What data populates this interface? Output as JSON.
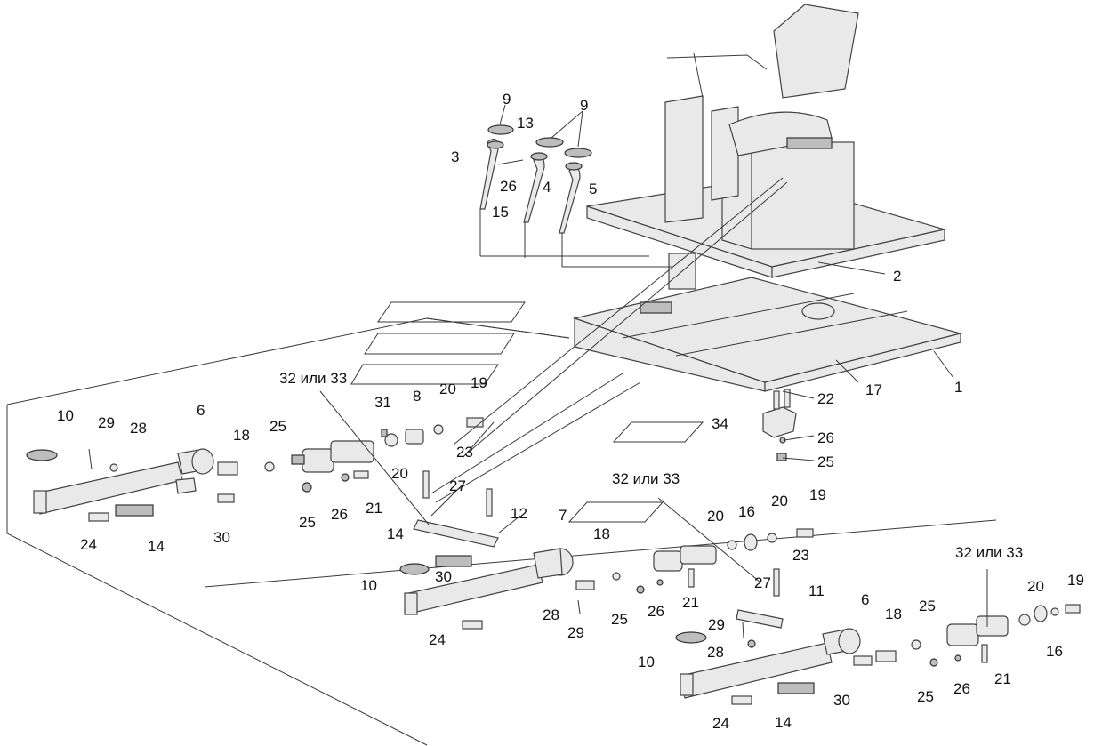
{
  "diagram": {
    "callouts": [
      {
        "id": "c1",
        "text": "1"
      },
      {
        "id": "c2",
        "text": "2"
      },
      {
        "id": "c3",
        "text": "3"
      },
      {
        "id": "c4",
        "text": "4"
      },
      {
        "id": "c5",
        "text": "5"
      },
      {
        "id": "c6a",
        "text": "6"
      },
      {
        "id": "c6b",
        "text": "6"
      },
      {
        "id": "c7",
        "text": "7"
      },
      {
        "id": "c8",
        "text": "8"
      },
      {
        "id": "c9a",
        "text": "9"
      },
      {
        "id": "c9b",
        "text": "9"
      },
      {
        "id": "c10a",
        "text": "10"
      },
      {
        "id": "c10b",
        "text": "10"
      },
      {
        "id": "c10c",
        "text": "10"
      },
      {
        "id": "c11",
        "text": "11"
      },
      {
        "id": "c12",
        "text": "12"
      },
      {
        "id": "c13",
        "text": "13"
      },
      {
        "id": "c14a",
        "text": "14"
      },
      {
        "id": "c14b",
        "text": "14"
      },
      {
        "id": "c14c",
        "text": "14"
      },
      {
        "id": "c15",
        "text": "15"
      },
      {
        "id": "c16a",
        "text": "16"
      },
      {
        "id": "c16b",
        "text": "16"
      },
      {
        "id": "c17",
        "text": "17"
      },
      {
        "id": "c18a",
        "text": "18"
      },
      {
        "id": "c18b",
        "text": "18"
      },
      {
        "id": "c18c",
        "text": "18"
      },
      {
        "id": "c19a",
        "text": "19"
      },
      {
        "id": "c19b",
        "text": "19"
      },
      {
        "id": "c19c",
        "text": "19"
      },
      {
        "id": "c20a",
        "text": "20"
      },
      {
        "id": "c20b",
        "text": "20"
      },
      {
        "id": "c20c",
        "text": "20"
      },
      {
        "id": "c20d",
        "text": "20"
      },
      {
        "id": "c20e",
        "text": "20"
      },
      {
        "id": "c21a",
        "text": "21"
      },
      {
        "id": "c21b",
        "text": "21"
      },
      {
        "id": "c21c",
        "text": "21"
      },
      {
        "id": "c22",
        "text": "22"
      },
      {
        "id": "c23a",
        "text": "23"
      },
      {
        "id": "c23b",
        "text": "23"
      },
      {
        "id": "c24a",
        "text": "24"
      },
      {
        "id": "c24b",
        "text": "24"
      },
      {
        "id": "c24c",
        "text": "24"
      },
      {
        "id": "c25a",
        "text": "25"
      },
      {
        "id": "c25b",
        "text": "25"
      },
      {
        "id": "c25c",
        "text": "25"
      },
      {
        "id": "c25d",
        "text": "25"
      },
      {
        "id": "c25e",
        "text": "25"
      },
      {
        "id": "c25f",
        "text": "25"
      },
      {
        "id": "c26a",
        "text": "26"
      },
      {
        "id": "c26b",
        "text": "26"
      },
      {
        "id": "c26c",
        "text": "26"
      },
      {
        "id": "c26d",
        "text": "26"
      },
      {
        "id": "c26e",
        "text": "26"
      },
      {
        "id": "c27a",
        "text": "27"
      },
      {
        "id": "c27b",
        "text": "27"
      },
      {
        "id": "c28a",
        "text": "28"
      },
      {
        "id": "c28b",
        "text": "28"
      },
      {
        "id": "c28c",
        "text": "28"
      },
      {
        "id": "c29a",
        "text": "29"
      },
      {
        "id": "c29b",
        "text": "29"
      },
      {
        "id": "c29c",
        "text": "29"
      },
      {
        "id": "c30a",
        "text": "30"
      },
      {
        "id": "c30b",
        "text": "30"
      },
      {
        "id": "c30c",
        "text": "30"
      },
      {
        "id": "c31",
        "text": "31"
      },
      {
        "id": "c32a",
        "text": "32 или 33"
      },
      {
        "id": "c32b",
        "text": "32 или 33"
      },
      {
        "id": "c32c",
        "text": "32 или 33"
      },
      {
        "id": "c34",
        "text": "34"
      }
    ]
  }
}
